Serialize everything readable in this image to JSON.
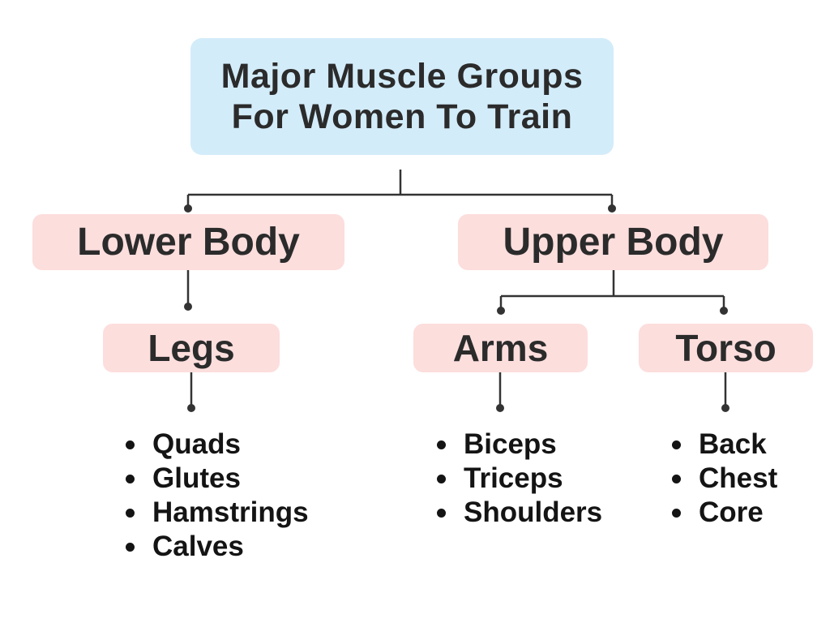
{
  "colors": {
    "root_bg": "#d3ecfa",
    "node_bg": "#fcdedd",
    "line_color": "#333333",
    "label_color": "#2b2b2b",
    "list_color": "#141414",
    "page_bg": "#ffffff"
  },
  "tree": {
    "root": {
      "line1": "Major Muscle Groups",
      "line2": "For Women To Train"
    },
    "lower_body": {
      "label": "Lower Body"
    },
    "upper_body": {
      "label": "Upper Body"
    },
    "legs": {
      "label": "Legs",
      "items": [
        "Quads",
        "Glutes",
        "Hamstrings",
        "Calves"
      ]
    },
    "arms": {
      "label": "Arms",
      "items": [
        "Biceps",
        "Triceps",
        "Shoulders"
      ]
    },
    "torso": {
      "label": "Torso",
      "items": [
        "Back",
        "Chest",
        "Core"
      ]
    }
  }
}
